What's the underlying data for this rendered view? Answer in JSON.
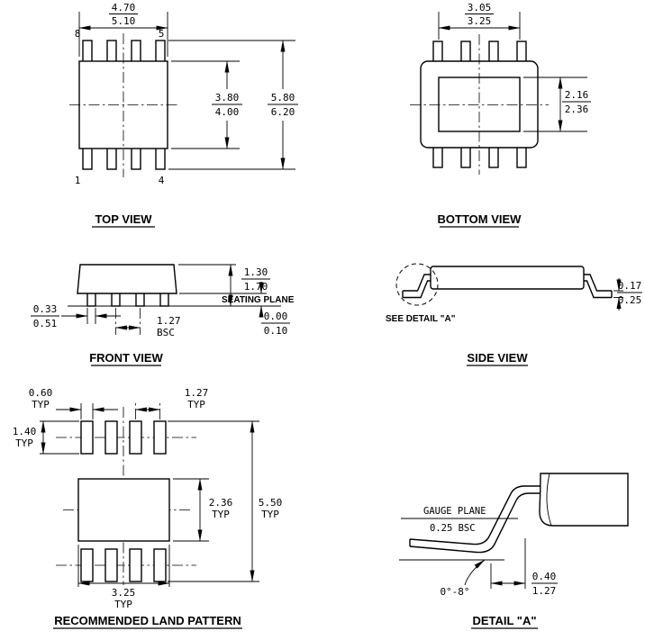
{
  "drawing": {
    "views": {
      "top": {
        "label": "TOP VIEW",
        "pin_top_left": "8",
        "pin_top_right": "5",
        "pin_bottom_left": "1",
        "pin_bottom_right": "4",
        "body_width": {
          "min": "4.70",
          "max": "5.10"
        },
        "body_height": {
          "min": "3.80",
          "max": "4.00"
        },
        "lead_span": {
          "min": "5.80",
          "max": "6.20"
        }
      },
      "bottom": {
        "label": "BOTTOM VIEW",
        "pad_width": {
          "min": "3.05",
          "max": "3.25"
        },
        "pad_height": {
          "min": "2.16",
          "max": "2.36"
        }
      },
      "front": {
        "label": "FRONT VIEW",
        "height": {
          "min": "1.30",
          "max": "1.70"
        },
        "seating_plane": "SEATING PLANE",
        "standoff": {
          "min": "0.00",
          "max": "0.10"
        },
        "lead_width": {
          "min": "0.33",
          "max": "0.51"
        },
        "pitch": {
          "value": "1.27",
          "qualifier": "BSC"
        }
      },
      "side": {
        "label": "SIDE VIEW",
        "see_detail": "SEE DETAIL \"A\"",
        "lead_thickness": {
          "min": "0.17",
          "max": "0.25"
        }
      },
      "land_pattern": {
        "label": "RECOMMENDED LAND PATTERN",
        "pad_width": {
          "value": "0.60",
          "qualifier": "TYP"
        },
        "pitch": {
          "value": "1.27",
          "qualifier": "TYP"
        },
        "pad_height": {
          "value": "1.40",
          "qualifier": "TYP"
        },
        "center_pad_height": {
          "value": "2.36",
          "qualifier": "TYP"
        },
        "overall_height": {
          "value": "5.50",
          "qualifier": "TYP"
        },
        "center_pad_width": {
          "value": "3.25",
          "qualifier": "TYP"
        }
      },
      "detail_a": {
        "label": "DETAIL \"A\"",
        "gauge_plane": "GAUGE PLANE",
        "gauge_offset": "0.25 BSC",
        "lead_angle": "0°-8°",
        "foot_length": {
          "min": "0.40",
          "max": "1.27"
        }
      }
    }
  }
}
